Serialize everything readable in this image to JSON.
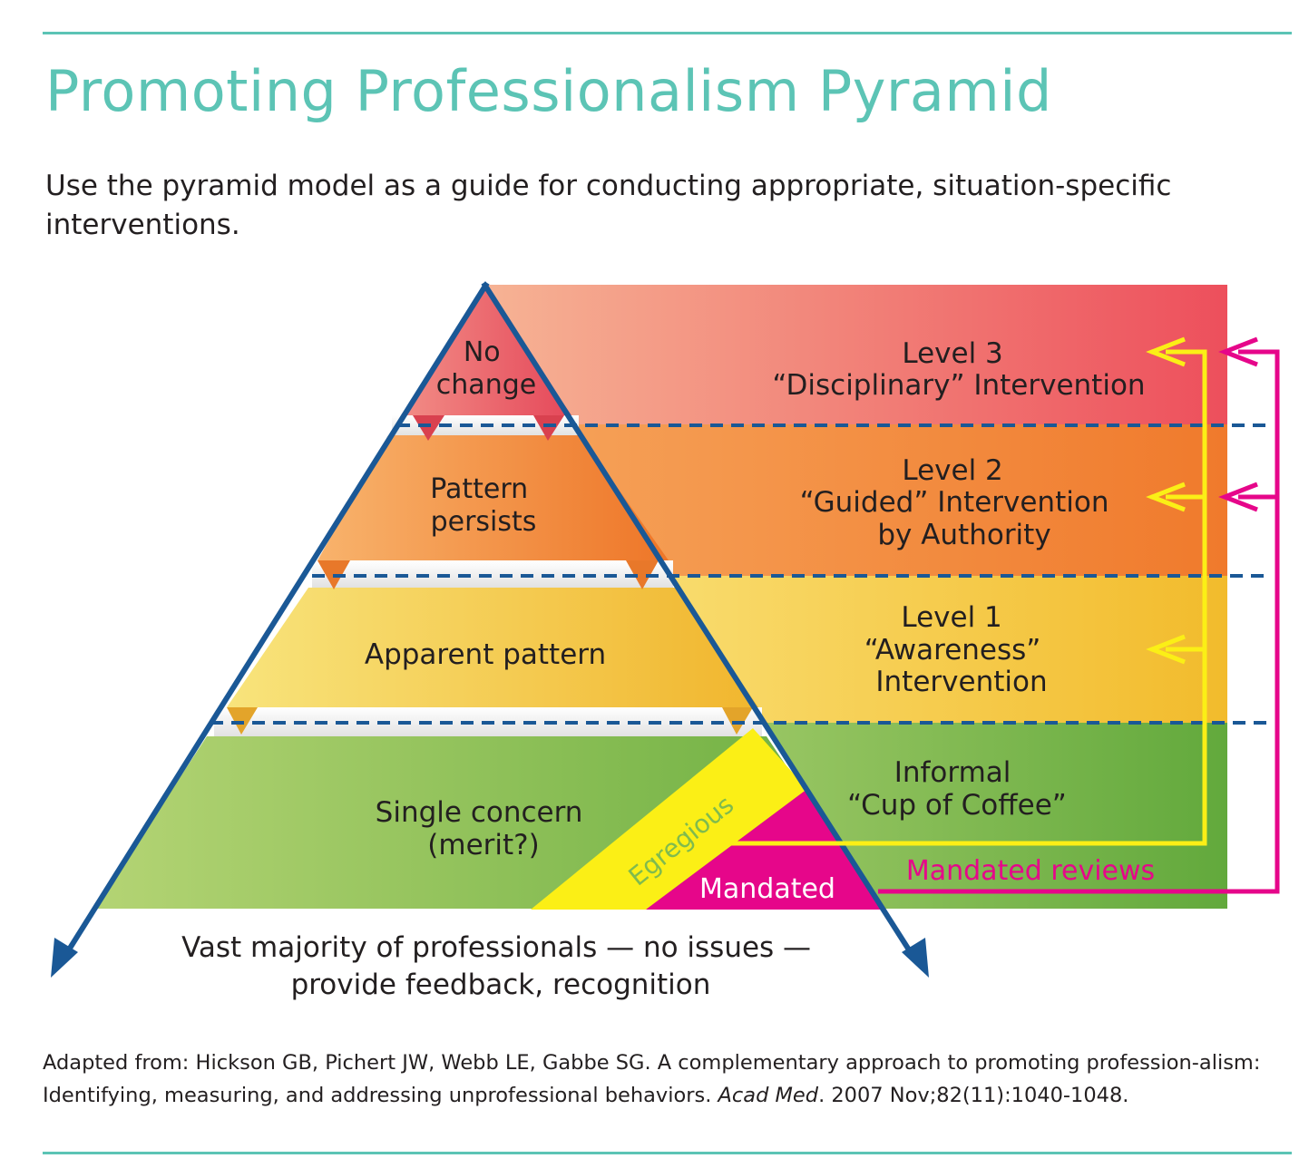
{
  "header": {
    "title": "Promoting Professionalism Pyramid",
    "subtitle": "Use the pyramid model as a guide for conducting appropriate, situation-specific interventions."
  },
  "pyramid": {
    "tiers": [
      {
        "label_lines": [
          "No",
          "change"
        ]
      },
      {
        "label_lines": [
          "Pattern",
          "persists"
        ]
      },
      {
        "label_lines": [
          "Apparent pattern"
        ]
      },
      {
        "label_lines": [
          "Single concern",
          "(merit?)"
        ]
      }
    ],
    "egregious_label": "Egregious",
    "mandated_label": "Mandated",
    "base_lines": [
      "Vast majority of professionals — no issues —",
      "provide feedback, recognition"
    ]
  },
  "levels": [
    {
      "lines": [
        "Level 3",
        "“Disciplinary” Intervention"
      ]
    },
    {
      "lines": [
        "Level 2",
        "“Guided” Intervention",
        "by Authority"
      ]
    },
    {
      "lines": [
        "Level 1",
        "“Awareness”",
        "Intervention"
      ]
    },
    {
      "lines": [
        "Informal",
        "“Cup of Coffee”"
      ]
    }
  ],
  "mandated_reviews_label": "Mandated reviews",
  "colors": {
    "accent": "#5cc4b5",
    "level3": "#ee5a60",
    "level2": "#f08a3c",
    "level1": "#f3c540",
    "informal": "#7fbb4e",
    "egregious": "#fbef16",
    "mandated": "#e6068a",
    "outline": "#1a5896"
  },
  "citation": {
    "prefix": "Adapted from: Hickson GB, Pichert JW, Webb LE, Gabbe SG. A complementary approach to promoting profession-alism: Identifying, measuring, and addressing unprofessional behaviors. ",
    "journal": "Acad Med",
    "suffix": ". 2007 Nov;82(11):1040-1048."
  }
}
